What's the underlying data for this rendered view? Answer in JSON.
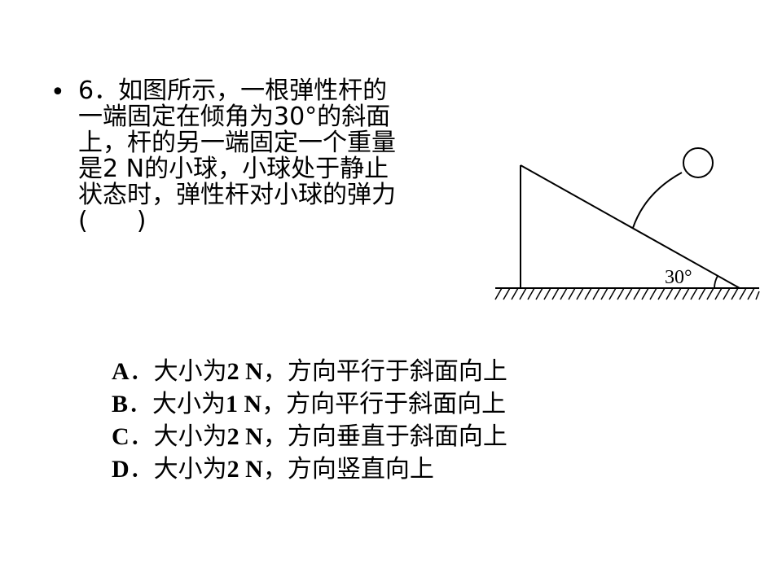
{
  "question": {
    "bullet": "•",
    "lines": [
      "6．如图所示，一根弹性杆的",
      "一端固定在倾角为30°的斜面",
      "上，杆的另一端固定一个重量",
      "是2 N的小球，小球处于静止",
      "状态时，弹性杆对小球的弹力",
      "(　　)"
    ]
  },
  "figure": {
    "angle_label": "30°"
  },
  "options": [
    {
      "letter": "A",
      "sep": "．",
      "pre": "大小为",
      "value": "2 N",
      "post": "，方向平行于斜面向上"
    },
    {
      "letter": "B",
      "sep": "．",
      "pre": "大小为",
      "value": "1 N",
      "post": "，方向平行于斜面向上"
    },
    {
      "letter": "C",
      "sep": "．",
      "pre": "大小为",
      "value": "2 N",
      "post": "，方向垂直于斜面向上"
    },
    {
      "letter": "D",
      "sep": "．",
      "pre": "大小为",
      "value": "2 N",
      "post": "，方向竖直向上"
    }
  ]
}
